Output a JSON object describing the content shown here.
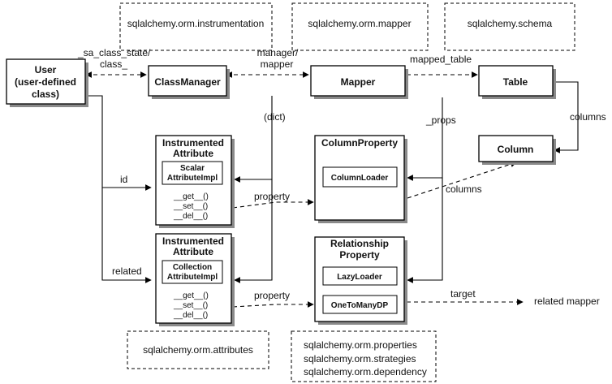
{
  "packages": {
    "instrumentation": "sqlalchemy.orm.instrumentation",
    "mapper": "sqlalchemy.orm.mapper",
    "schema": "sqlalchemy.schema",
    "attributes": "sqlalchemy.orm.attributes",
    "bottom": [
      "sqlalchemy.orm.properties",
      "sqlalchemy.orm.strategies",
      "sqlalchemy.orm.dependency"
    ]
  },
  "nodes": {
    "user": [
      "User",
      "(user-defined",
      "class)"
    ],
    "class_manager": "ClassManager",
    "mapper": "Mapper",
    "table": "Table",
    "column": "Column",
    "instr_attr_1": {
      "title": [
        "Instrumented",
        "Attribute"
      ],
      "impl": [
        "Scalar",
        "AttributeImpl"
      ],
      "methods": [
        "__get__()",
        "__set__()",
        "__del__()"
      ]
    },
    "instr_attr_2": {
      "title": [
        "Instrumented",
        "Attribute"
      ],
      "impl": [
        "Collection",
        "AttributeImpl"
      ],
      "methods": [
        "__get__()",
        "__set__()",
        "__del__()"
      ]
    },
    "column_property": {
      "title": "ColumnProperty",
      "loader": "ColumnLoader"
    },
    "relationship_property": {
      "title": [
        "Relationship",
        "Property"
      ],
      "loader": "LazyLoader",
      "dependency": "OneToManyDP"
    }
  },
  "edge_labels": {
    "sa_class_state": [
      "_sa_class_state/",
      "class_"
    ],
    "manager_mapper": [
      "manager/",
      "mapper"
    ],
    "mapped_table": "mapped_table",
    "dict": "(dict)",
    "props": "_props",
    "columns_table": "columns",
    "columns_prop": "columns",
    "id": "id",
    "related": "related",
    "property_1": "property",
    "property_2": "property",
    "target": "target",
    "related_mapper": "related mapper"
  }
}
